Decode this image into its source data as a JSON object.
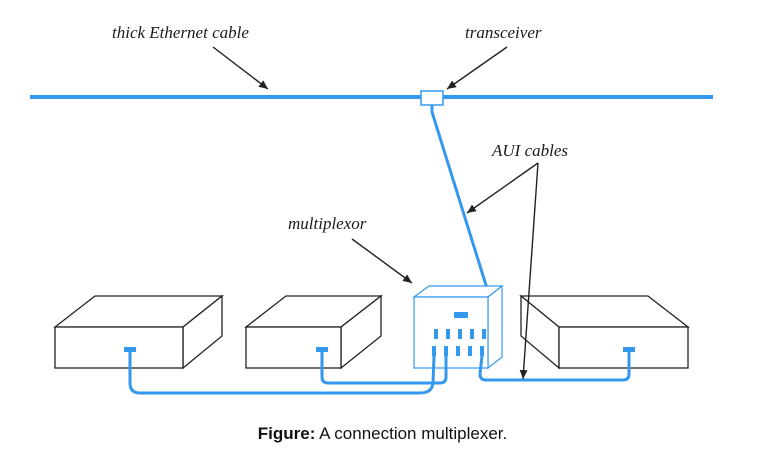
{
  "labels": {
    "thick_cable": "thick Ethernet cable",
    "transceiver": "transceiver",
    "aui_cables": "AUI cables",
    "multiplexor": "multiplexor"
  },
  "caption": {
    "prefix": "Figure:",
    "text": " A connection multiplexer."
  },
  "colors": {
    "cable": "#3399ee",
    "outline": "#222222"
  }
}
